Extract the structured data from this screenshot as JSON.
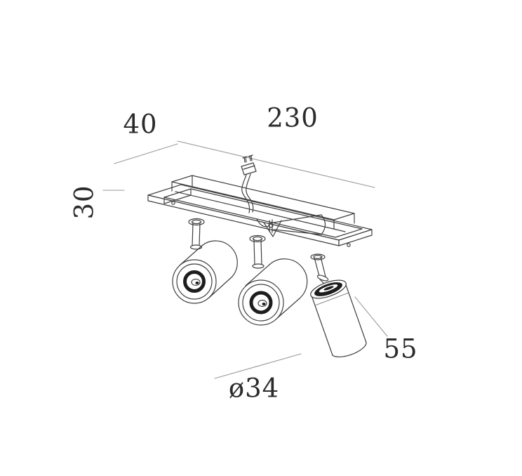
{
  "diagram": {
    "type": "technical-dimension-drawing",
    "subject": "recessed-triple-ceiling-spotlight",
    "dimensions": {
      "top_length": "230",
      "side_depth": "40",
      "recess_height": "30",
      "spot_length": "55",
      "spot_diameter": "ø34"
    },
    "colors": {
      "background": "#ffffff",
      "outline": "#3f3f3f",
      "dimension_line": "#9a9a9a",
      "text": "#2b2b2b",
      "lens_dark": "#1d1d1d"
    }
  }
}
